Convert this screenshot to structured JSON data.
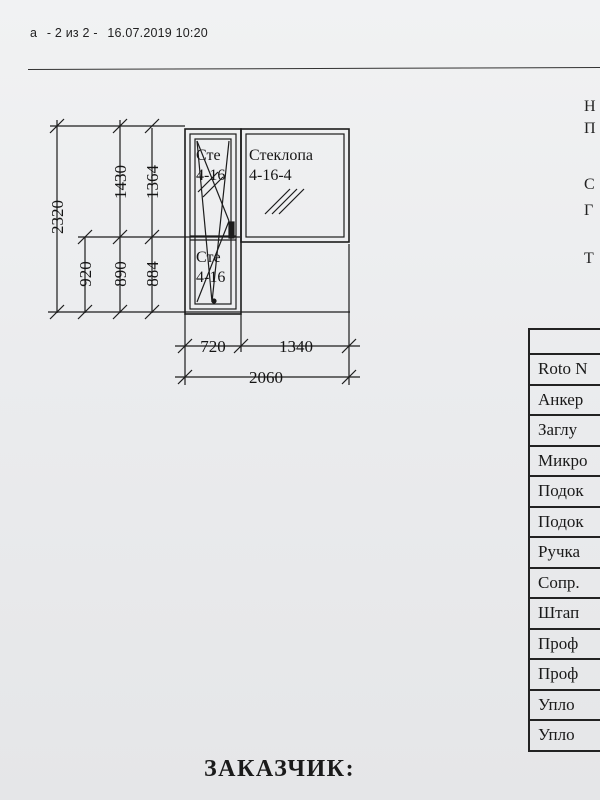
{
  "header": {
    "left_fragment": "а",
    "page_info": "- 2 из 2 -",
    "datetime": "16.07.2019 10:20"
  },
  "drawing": {
    "height_dims": {
      "total": "2320",
      "lower": "920",
      "mid_upper": "1430",
      "mid_lower": "890",
      "inner_upper": "1364",
      "inner_lower": "884"
    },
    "width_dims": {
      "door": "720",
      "window": "1340",
      "total": "2060"
    },
    "door_upper_glass": [
      "Сте",
      "4-16"
    ],
    "door_lower_glass": [
      "Сте",
      "4-16"
    ],
    "window_glass": [
      "Стеклопа",
      "4-16-4"
    ]
  },
  "side_letters": [
    "Н",
    "П",
    "С",
    "Г",
    "Т"
  ],
  "spec_table": {
    "rows": [
      "Roto N",
      "Анкер",
      "Заглу",
      "Микро",
      "Подок",
      "Подок",
      "Ручка",
      "Сопр.",
      "Штап",
      "Проф",
      "Проф",
      "Упло",
      "Упло"
    ]
  },
  "footer": {
    "customer_label": "ЗАКАЗЧИК:"
  }
}
